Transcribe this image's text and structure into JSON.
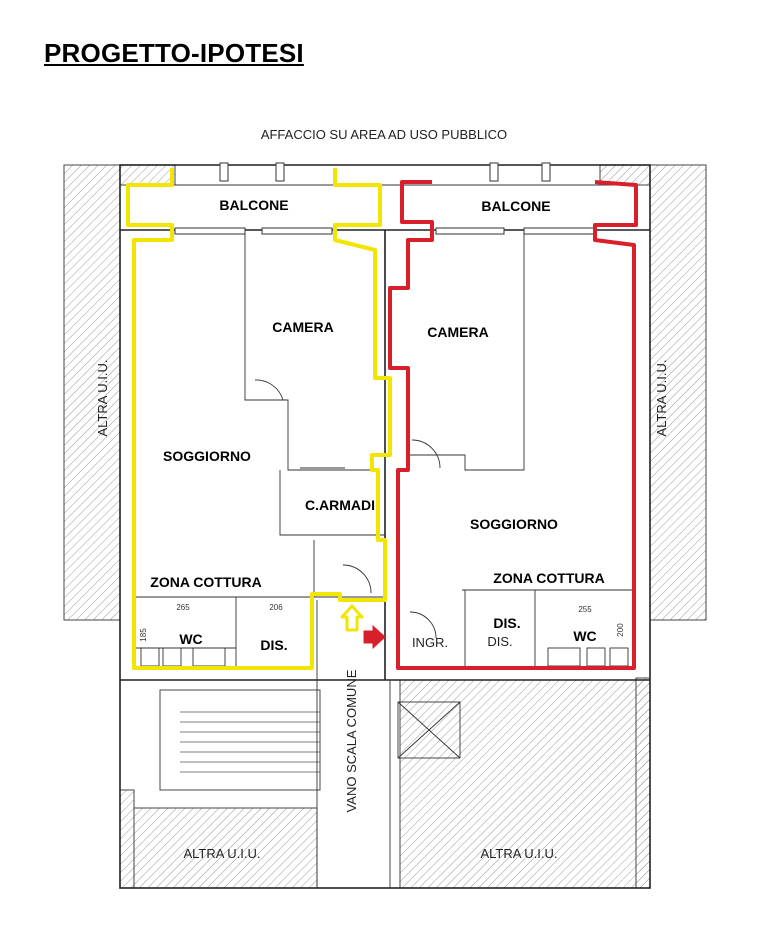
{
  "title": "PROGETTO-IPOTESI",
  "top_caption": "AFFACCIO SU AREA AD USO PUBBLICO",
  "colors": {
    "left_unit": "#f2e600",
    "right_unit": "#d9202a",
    "hatch": "#999999"
  },
  "left_unit": {
    "balcony": "BALCONE",
    "bedroom": "CAMERA",
    "living": "SOGGIORNO",
    "closet": "C.ARMADI",
    "kitchen": "ZONA COTTURA",
    "wc": "WC",
    "hall": "DIS.",
    "dim_wc": "265",
    "dim_hall": "206",
    "dim_wc_side": "185"
  },
  "right_unit": {
    "balcony": "BALCONE",
    "bedroom": "CAMERA",
    "living": "SOGGIORNO",
    "kitchen": "ZONA COTTURA",
    "hall": "DIS.",
    "hall_small": "DIS.",
    "wc": "WC",
    "entrance": "INGR.",
    "dim_wc": "255",
    "dim_wc_side": "200"
  },
  "other_units": {
    "left_side": "ALTRA U.I.U.",
    "right_side": "ALTRA U.I.U.",
    "bottom_left": "ALTRA U.I.U.",
    "bottom_right": "ALTRA U.I.U.",
    "stairwell": "VANO SCALA COMUNE"
  },
  "icons": [
    "arrow-up-icon",
    "arrow-right-icon"
  ]
}
